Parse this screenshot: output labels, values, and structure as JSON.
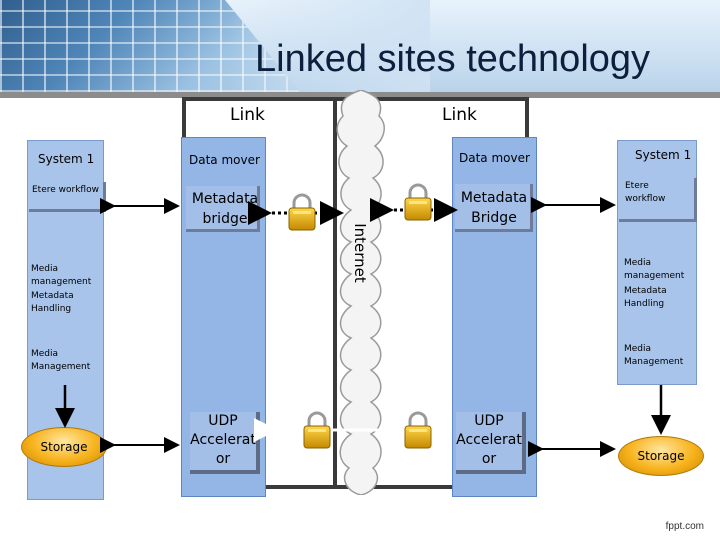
{
  "title": "Linked sites technology",
  "link_left": "Link",
  "link_right": "Link",
  "internet": "Internet",
  "left": {
    "system": "System 1",
    "etere": "Etere workflow",
    "media_mgmt": "Media management",
    "metadata_handling": "Metadata Handling",
    "media_mgmt2": "Media Management",
    "storage": "Storage",
    "data_mover": "Data mover",
    "metadata_bridge": "Metadata bridge",
    "udp": "UDP Accelerat or"
  },
  "right": {
    "system": "System 1",
    "etere": "Etere workflow",
    "media_mgmt": "Media management",
    "metadata_handling": "Metadata Handling",
    "media_mgmt2": "Media Management",
    "storage": "Storage",
    "data_mover": "Data mover",
    "metadata_bridge": "Metadata Bridge",
    "udp": "UDP Accelerat or"
  },
  "footer": "fppt.com",
  "colors": {
    "panel": "#93b6e7",
    "side_box": "#a9c4eb",
    "storage": "#f7b21c",
    "lock": "#e8b320",
    "arrow": "#000000"
  }
}
